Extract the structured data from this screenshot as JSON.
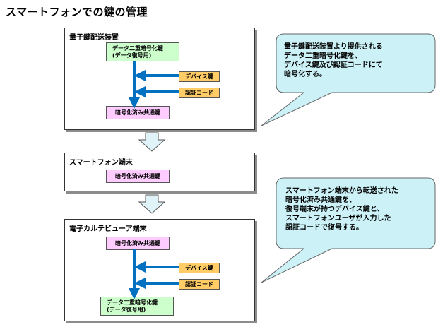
{
  "title": "スマートフォンでの鍵の管理",
  "panels": {
    "key_distribution": {
      "title": "量子鍵配送装置",
      "key_box": [
        "データ二重暗号化鍵",
        "(データ復号用)"
      ],
      "device_key": "デバイス鍵",
      "auth_code": "認証コード",
      "result_box": "暗号化済み共通鍵"
    },
    "smartphone": {
      "title": "スマートフォン端末",
      "key_box": "暗号化済み共通鍵"
    },
    "ehr": {
      "title": "電子カルテビューア端末",
      "key_box": "暗号化済み共通鍵",
      "device_key": "デバイス鍵",
      "auth_code": "認証コード",
      "result_box": [
        "データ二重暗号化鍵",
        "(データ復号用)"
      ]
    }
  },
  "callouts": [
    {
      "lines": [
        "量子鍵配送装置より提供される",
        "データ二重暗号化鍵を、",
        "デバイス鍵及び認証コードにて",
        "暗号化する。"
      ]
    },
    {
      "lines": [
        "スマートフォン端末から転送された",
        "暗号化済み共通鍵を、",
        "復号端末が持つデバイス鍵と、",
        "スマートフォンユーザが入力した",
        "認証コードで復号する。"
      ]
    }
  ],
  "colors": {
    "arrow_blue": "#0070c0",
    "green_box": "#ccffcc",
    "pink_box": "#ffccff",
    "orange_box": "#ffcc66",
    "bubble_fill": "#ccf2f8",
    "block_arrow_fill": "#dff3f9"
  }
}
